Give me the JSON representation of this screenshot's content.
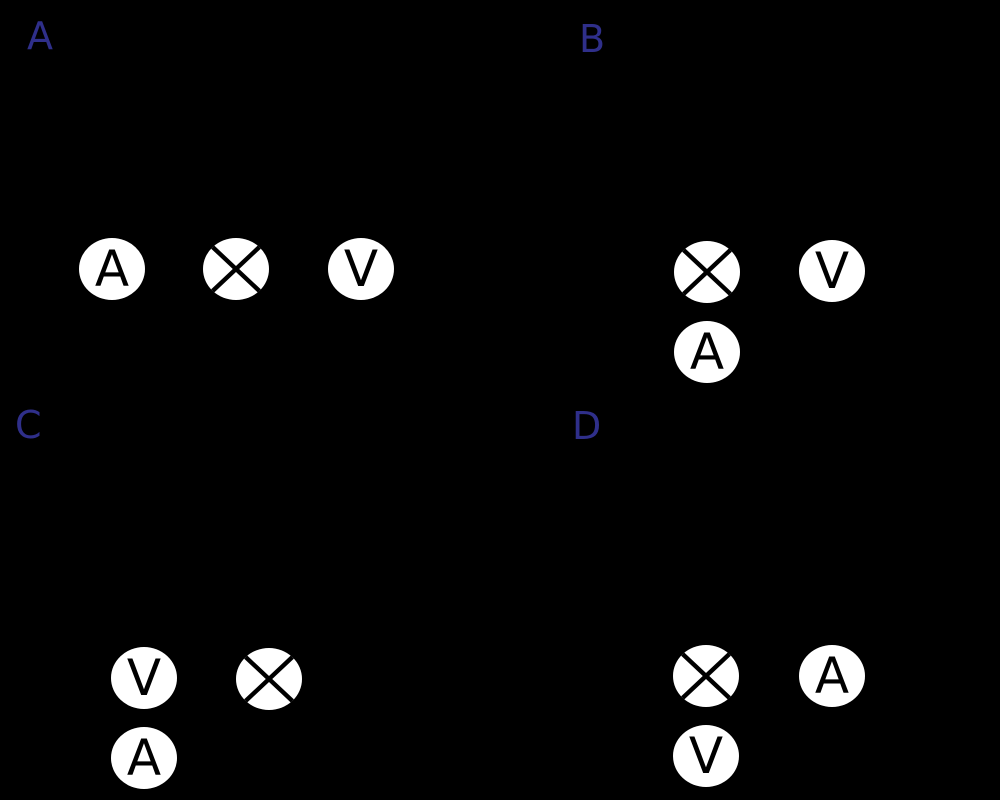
{
  "figure": {
    "type": "circuit-diagram-panels",
    "colors": {
      "background": "#000000",
      "panel_label": "#2F2F8A",
      "meter_fill": "#FFFFFF",
      "meter_symbol": "#000000"
    },
    "panels": [
      {
        "label": "A",
        "components": [
          {
            "type": "ammeter",
            "symbol": "A"
          },
          {
            "type": "lamp"
          },
          {
            "type": "voltmeter",
            "symbol": "V"
          }
        ]
      },
      {
        "label": "B",
        "components": [
          {
            "type": "lamp"
          },
          {
            "type": "voltmeter",
            "symbol": "V"
          },
          {
            "type": "ammeter",
            "symbol": "A"
          }
        ]
      },
      {
        "label": "C",
        "components": [
          {
            "type": "voltmeter",
            "symbol": "V"
          },
          {
            "type": "lamp"
          },
          {
            "type": "ammeter",
            "symbol": "A"
          }
        ]
      },
      {
        "label": "D",
        "components": [
          {
            "type": "lamp"
          },
          {
            "type": "ammeter",
            "symbol": "A"
          },
          {
            "type": "voltmeter",
            "symbol": "V"
          }
        ]
      }
    ]
  }
}
